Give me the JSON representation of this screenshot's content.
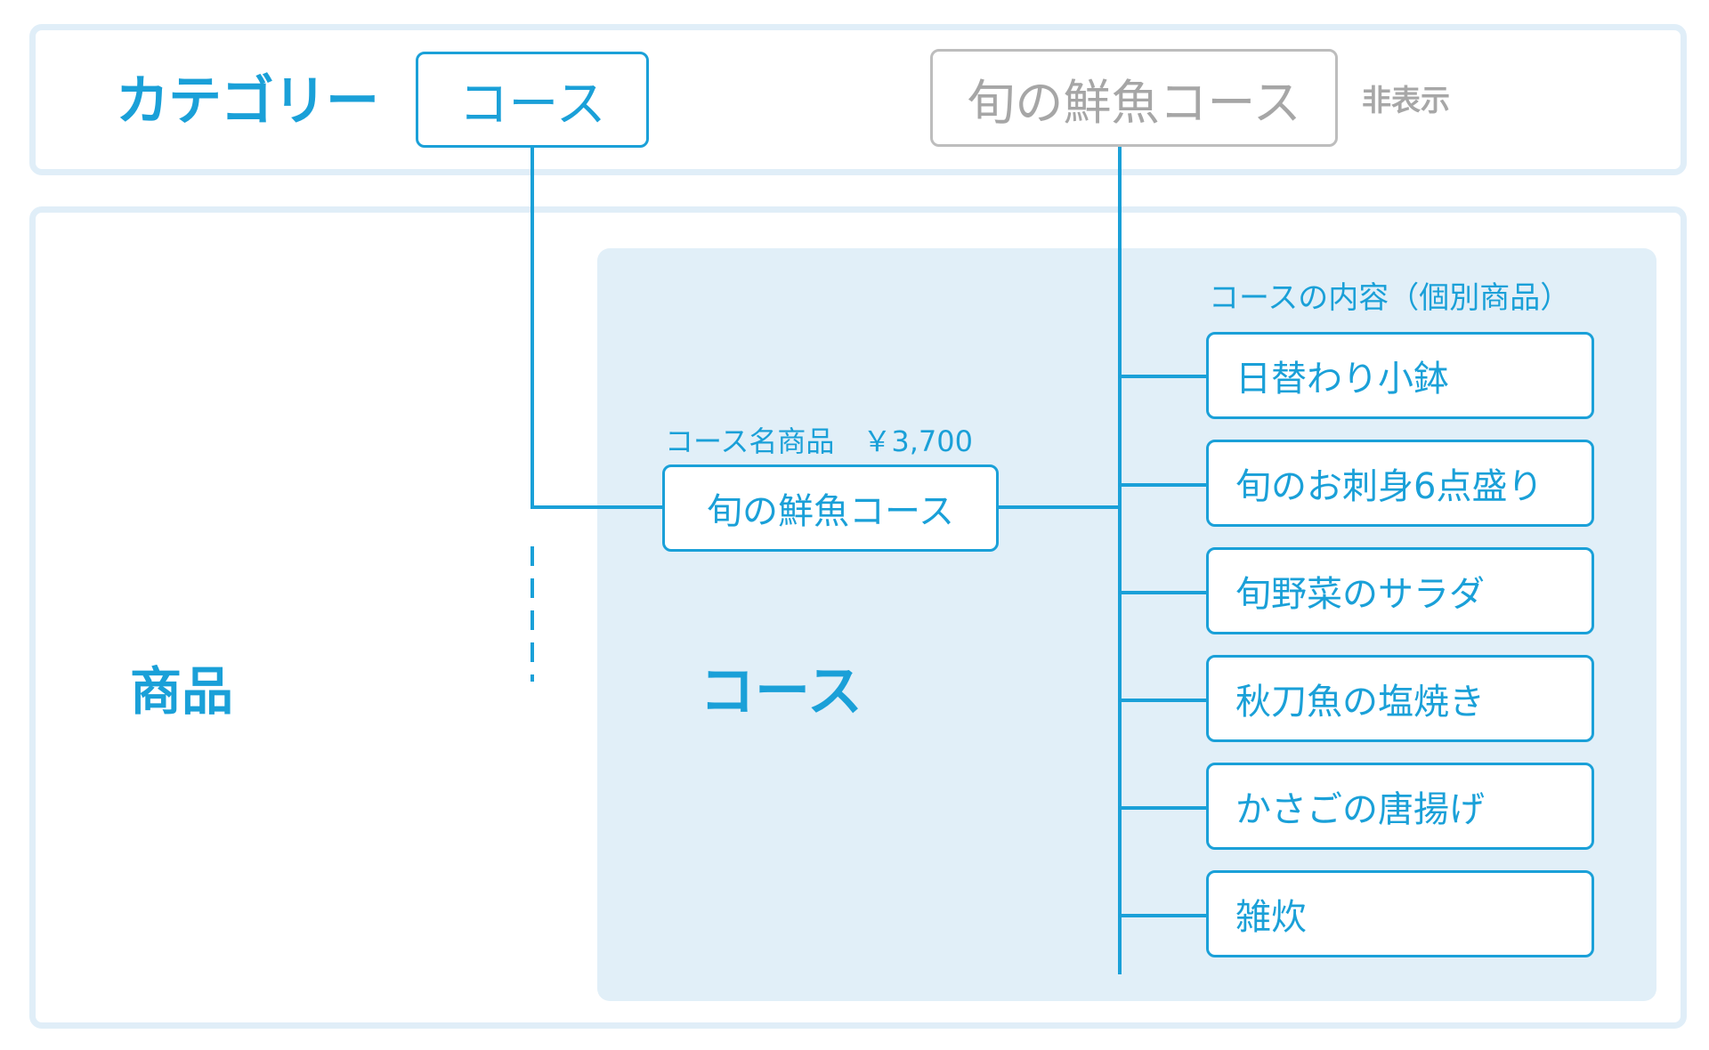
{
  "category": {
    "label": "カテゴリー",
    "visible_value": "コース",
    "hidden_value": "旬の鮮魚コース",
    "hidden_tag": "非表示"
  },
  "products": {
    "label": "商品",
    "course_section_label": "コース",
    "course_name_label": "コース名商品　￥3,700",
    "course_name_value": "旬の鮮魚コース",
    "contents_label": "コースの内容（個別商品）",
    "items": [
      {
        "label": "日替わり小鉢"
      },
      {
        "label": "旬のお刺身6点盛り"
      },
      {
        "label": "旬野菜のサラダ"
      },
      {
        "label": "秋刀魚の塩焼き"
      },
      {
        "label": "かさごの唐揚げ"
      },
      {
        "label": "雑炊"
      }
    ]
  },
  "colors": {
    "accent": "#1aa0d8",
    "panel_border": "#e0eef8",
    "course_area_bg": "#e1eff8",
    "muted": "#a7a7a7"
  }
}
